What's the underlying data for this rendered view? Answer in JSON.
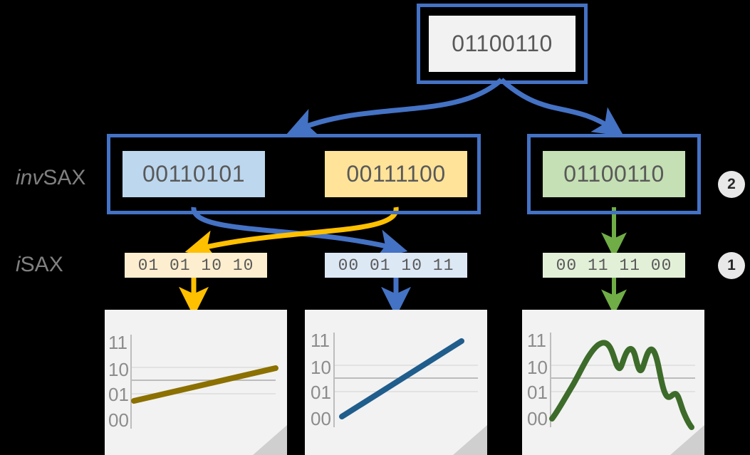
{
  "background_color": "#000000",
  "palette": {
    "blue_border": "#4472c4",
    "blue_fill": "#bdd7ee",
    "blue_light": "#dde8f5",
    "yellow_fill": "#ffe399",
    "yellow_light": "#fdeecf",
    "yellow_arrow": "#ffc000",
    "green_fill": "#c5e0b4",
    "green_light": "#e3f0d8",
    "green_arrow": "#70ad47",
    "plain_fill": "#f2f2f2",
    "text_gray": "#595959",
    "label_gray": "#808080",
    "chart_olive": "#8c7000",
    "chart_blue": "#1f5d8c",
    "chart_green": "#3d6b2a",
    "badge_bg": "#e8e8e8"
  },
  "row_labels": {
    "invsax": {
      "italic_part": "inv",
      "regular_part": "SAX"
    },
    "isax": {
      "italic_part": "i",
      "regular_part": "SAX"
    }
  },
  "badges": [
    {
      "label": "2",
      "row": "invsax"
    },
    {
      "label": "1",
      "row": "isax"
    }
  ],
  "root": {
    "value": "01100110"
  },
  "invsax_row": {
    "left_group": [
      {
        "value": "00110101",
        "color": "blue"
      },
      {
        "value": "00111100",
        "color": "yellow"
      }
    ],
    "right_group": [
      {
        "value": "01100110",
        "color": "green"
      }
    ]
  },
  "isax_row": [
    {
      "value": "01 01 10 10",
      "color": "yellow"
    },
    {
      "value": "00 01 10 11",
      "color": "blue"
    },
    {
      "value": "00 11 11 00",
      "color": "green"
    }
  ],
  "chart_data": [
    {
      "type": "line",
      "title": "",
      "xlabel": "",
      "ylabel": "",
      "yticks": [
        "11",
        "10",
        "01",
        "00"
      ],
      "ylim": [
        0,
        3
      ],
      "grid": true,
      "series": [
        {
          "name": "isax-01-01-10-10",
          "color": "#8c7000",
          "x": [
            0,
            1
          ],
          "y": [
            0.62,
            1.72
          ]
        }
      ]
    },
    {
      "type": "line",
      "title": "",
      "xlabel": "",
      "ylabel": "",
      "yticks": [
        "11",
        "10",
        "01",
        "00"
      ],
      "ylim": [
        0,
        3
      ],
      "grid": true,
      "series": [
        {
          "name": "isax-00-01-10-11",
          "color": "#1f5d8c",
          "x": [
            0,
            1
          ],
          "y": [
            0.08,
            2.9
          ]
        }
      ]
    },
    {
      "type": "line",
      "title": "",
      "xlabel": "",
      "ylabel": "",
      "yticks": [
        "11",
        "10",
        "01",
        "00"
      ],
      "ylim": [
        0,
        3
      ],
      "grid": true,
      "series": [
        {
          "name": "isax-00-11-11-00",
          "color": "#3d6b2a",
          "x": [
            0.0,
            0.09,
            0.2,
            0.3,
            0.38,
            0.46,
            0.52,
            0.58,
            0.63,
            0.69,
            0.74,
            0.8,
            0.86,
            0.91,
            0.95,
            1.0
          ],
          "y": [
            0.05,
            0.95,
            1.95,
            2.55,
            2.85,
            2.45,
            2.7,
            2.15,
            2.62,
            2.2,
            1.45,
            0.8,
            0.95,
            0.7,
            0.35,
            0.02
          ]
        }
      ]
    }
  ],
  "flow_arrows": [
    {
      "from": "root",
      "to": "invsax-left-group",
      "color": "#4472c4",
      "style": "curved"
    },
    {
      "from": "root",
      "to": "invsax-right-group",
      "color": "#4472c4",
      "style": "curved"
    },
    {
      "from": "invsax-blue-word",
      "to": "isax-blue-box",
      "color": "#4472c4",
      "style": "crossing-curve"
    },
    {
      "from": "invsax-yellow-word",
      "to": "isax-yellow-box",
      "color": "#ffc000",
      "style": "crossing-curve"
    },
    {
      "from": "invsax-green-word",
      "to": "isax-green-box",
      "color": "#70ad47",
      "style": "straight"
    },
    {
      "from": "isax-yellow-box",
      "to": "chart-1",
      "color": "#ffc000",
      "style": "straight"
    },
    {
      "from": "isax-blue-box",
      "to": "chart-2",
      "color": "#4472c4",
      "style": "straight"
    },
    {
      "from": "isax-green-box",
      "to": "chart-3",
      "color": "#70ad47",
      "style": "straight"
    }
  ]
}
